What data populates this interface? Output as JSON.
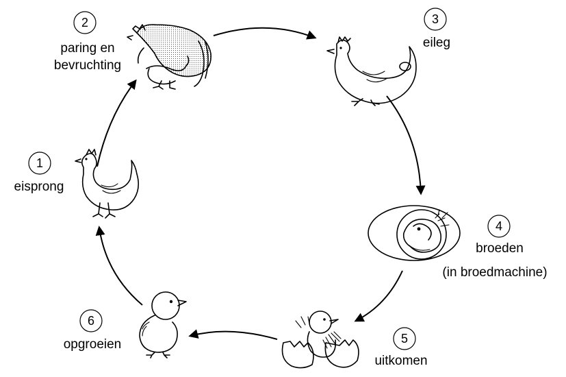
{
  "stages": [
    {
      "number": "1",
      "label_lines": [
        "eisprong"
      ],
      "illustration": "hen-icon"
    },
    {
      "number": "2",
      "label_lines": [
        "paring en",
        "bevruchting"
      ],
      "illustration": "mating-chickens-icon"
    },
    {
      "number": "3",
      "label_lines": [
        "eileg"
      ],
      "illustration": "laying-hen-icon"
    },
    {
      "number": "4",
      "label_lines": [
        "broeden",
        "(in broedmachine)"
      ],
      "illustration": "embryo-egg-icon"
    },
    {
      "number": "5",
      "label_lines": [
        "uitkomen"
      ],
      "illustration": "hatching-chick-icon"
    },
    {
      "number": "6",
      "label_lines": [
        "opgroeien"
      ],
      "illustration": "chick-icon"
    }
  ]
}
